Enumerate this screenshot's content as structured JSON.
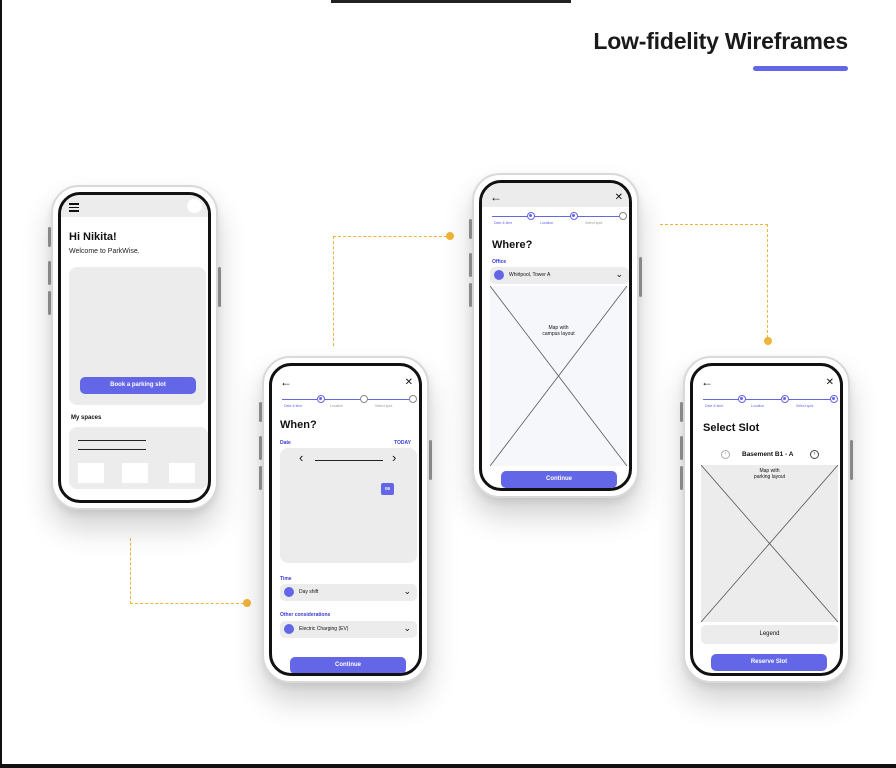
{
  "page": {
    "title": "Low-fidelity Wireframes"
  },
  "colors": {
    "accent": "#6466e8",
    "connector": "#f0b43a",
    "placeholder": "#ececec"
  },
  "home": {
    "menu_icon": "hamburger-icon",
    "greeting": "Hi Nikita!",
    "welcome": "Welcome to ParkWise.",
    "book_button": "Book a parking slot",
    "my_spaces": "My spaces"
  },
  "when": {
    "back_icon": "←",
    "close_icon": "✕",
    "steps": [
      "Date & time",
      "Location",
      "Select spot"
    ],
    "heading": "When?",
    "date_label": "Date",
    "today_label": "TODAY",
    "prev": "‹",
    "next": "›",
    "selected_day": "06",
    "time_label": "Time",
    "time_value": "Day shift",
    "other_label": "Other considerations",
    "other_value": "Electric Charging (EV)",
    "continue": "Continue"
  },
  "where": {
    "back_icon": "←",
    "close_icon": "✕",
    "steps": [
      "Date & time",
      "Location",
      "Select spot"
    ],
    "heading": "Where?",
    "office_label": "Office",
    "office_value": "Whirlpool, Tower A",
    "map_line1": "Map with",
    "map_line2": "campus layout",
    "continue": "Continue"
  },
  "slot": {
    "back_icon": "←",
    "close_icon": "✕",
    "steps": [
      "Date & time",
      "Location",
      "Select spot"
    ],
    "heading": "Select Slot",
    "floor": "Basement B1 - A",
    "map_line1": "Map with",
    "map_line2": "parking layout",
    "legend": "Legend",
    "reserve": "Reserve Slot"
  }
}
